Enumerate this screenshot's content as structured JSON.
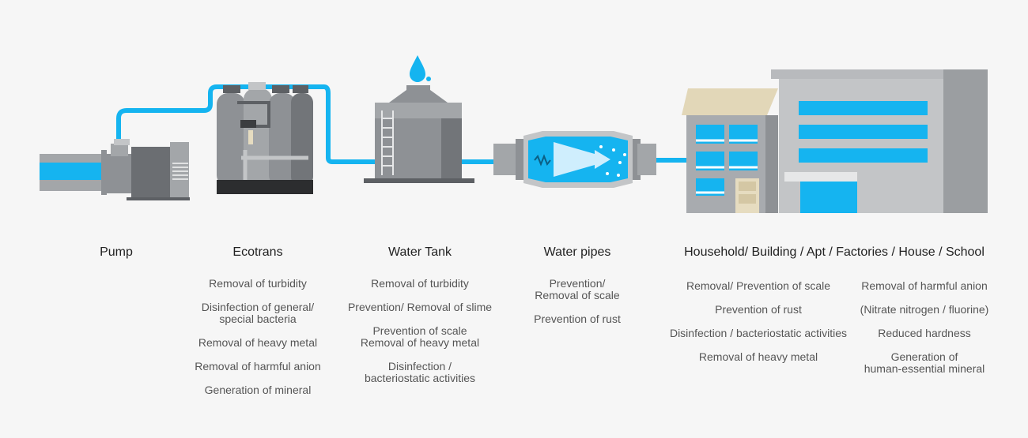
{
  "colors": {
    "water": "#15b4f0",
    "machine_dark": "#727579",
    "machine_light": "#a3a6a9",
    "background": "#f6f6f6"
  },
  "stages": [
    {
      "title": "Pump",
      "items": []
    },
    {
      "title": "Ecotrans",
      "items": [
        [
          "Removal of turbidity"
        ],
        [
          "Disinfection of general/",
          "special bacteria"
        ],
        [
          "Removal of heavy metal"
        ],
        [
          "Removal of harmful anion"
        ],
        [
          "Generation of mineral"
        ]
      ]
    },
    {
      "title": "Water Tank",
      "items": [
        [
          "Removal of turbidity"
        ],
        [
          "Prevention/ Removal of slime"
        ],
        [
          "Prevention of scale",
          "Removal of heavy metal"
        ],
        [
          "Disinfection /",
          "bacteriostatic activities"
        ]
      ]
    },
    {
      "title": "Water pipes",
      "items": [
        [
          "Prevention/",
          "Removal of scale"
        ],
        [
          "Prevention of rust"
        ]
      ]
    },
    {
      "title": "Household/ Building / Apt / Factories / House / School",
      "left_items": [
        [
          "Removal/ Prevention of scale"
        ],
        [
          "Prevention of rust"
        ],
        [
          "Disinfection / bacteriostatic activities"
        ],
        [
          "Removal of heavy metal"
        ]
      ],
      "right_items": [
        [
          "Removal of harmful anion"
        ],
        [
          "(Nitrate nitrogen / fluorine)"
        ],
        [
          "Reduced hardness"
        ],
        [
          "Generation of",
          "human-essential mineral"
        ]
      ]
    }
  ]
}
